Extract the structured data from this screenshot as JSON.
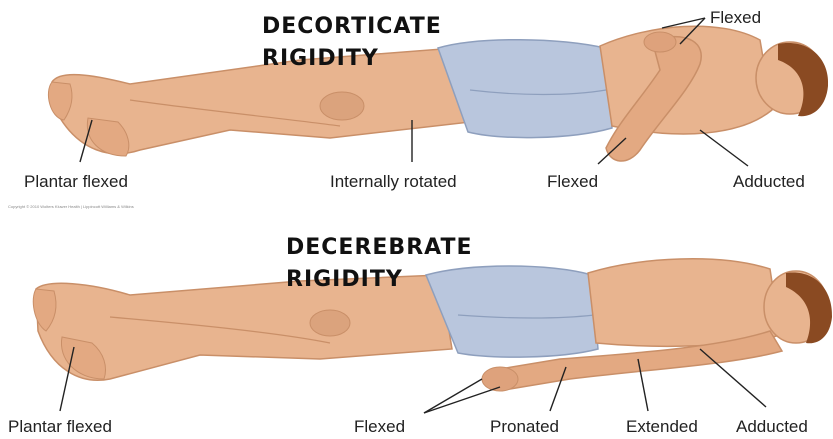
{
  "decorticate": {
    "title_line1": "DECORTICATE",
    "title_line2": "RIGIDITY",
    "labels": {
      "plantar": "Plantar flexed",
      "internal": "Internally rotated",
      "flexed_elbow": "Flexed",
      "flexed_hands": "Flexed",
      "adducted": "Adducted"
    },
    "copyright": "Copyright © 2010 Wolters Kluwer Health | Lippincott Williams & Wilkins"
  },
  "decerebrate": {
    "title_line1": "DECEREBRATE",
    "title_line2": "RIGIDITY",
    "labels": {
      "plantar": "Plantar flexed",
      "flexed": "Flexed",
      "pronated": "Pronated",
      "extended": "Extended",
      "adducted": "Adducted"
    }
  },
  "colors": {
    "skin": "#e8b48f",
    "skin_shade": "#c98f68",
    "shorts": "#b9c6dd",
    "shorts_shade": "#8e9fbd",
    "hair": "#8a4a22",
    "pointer": "#222222"
  }
}
